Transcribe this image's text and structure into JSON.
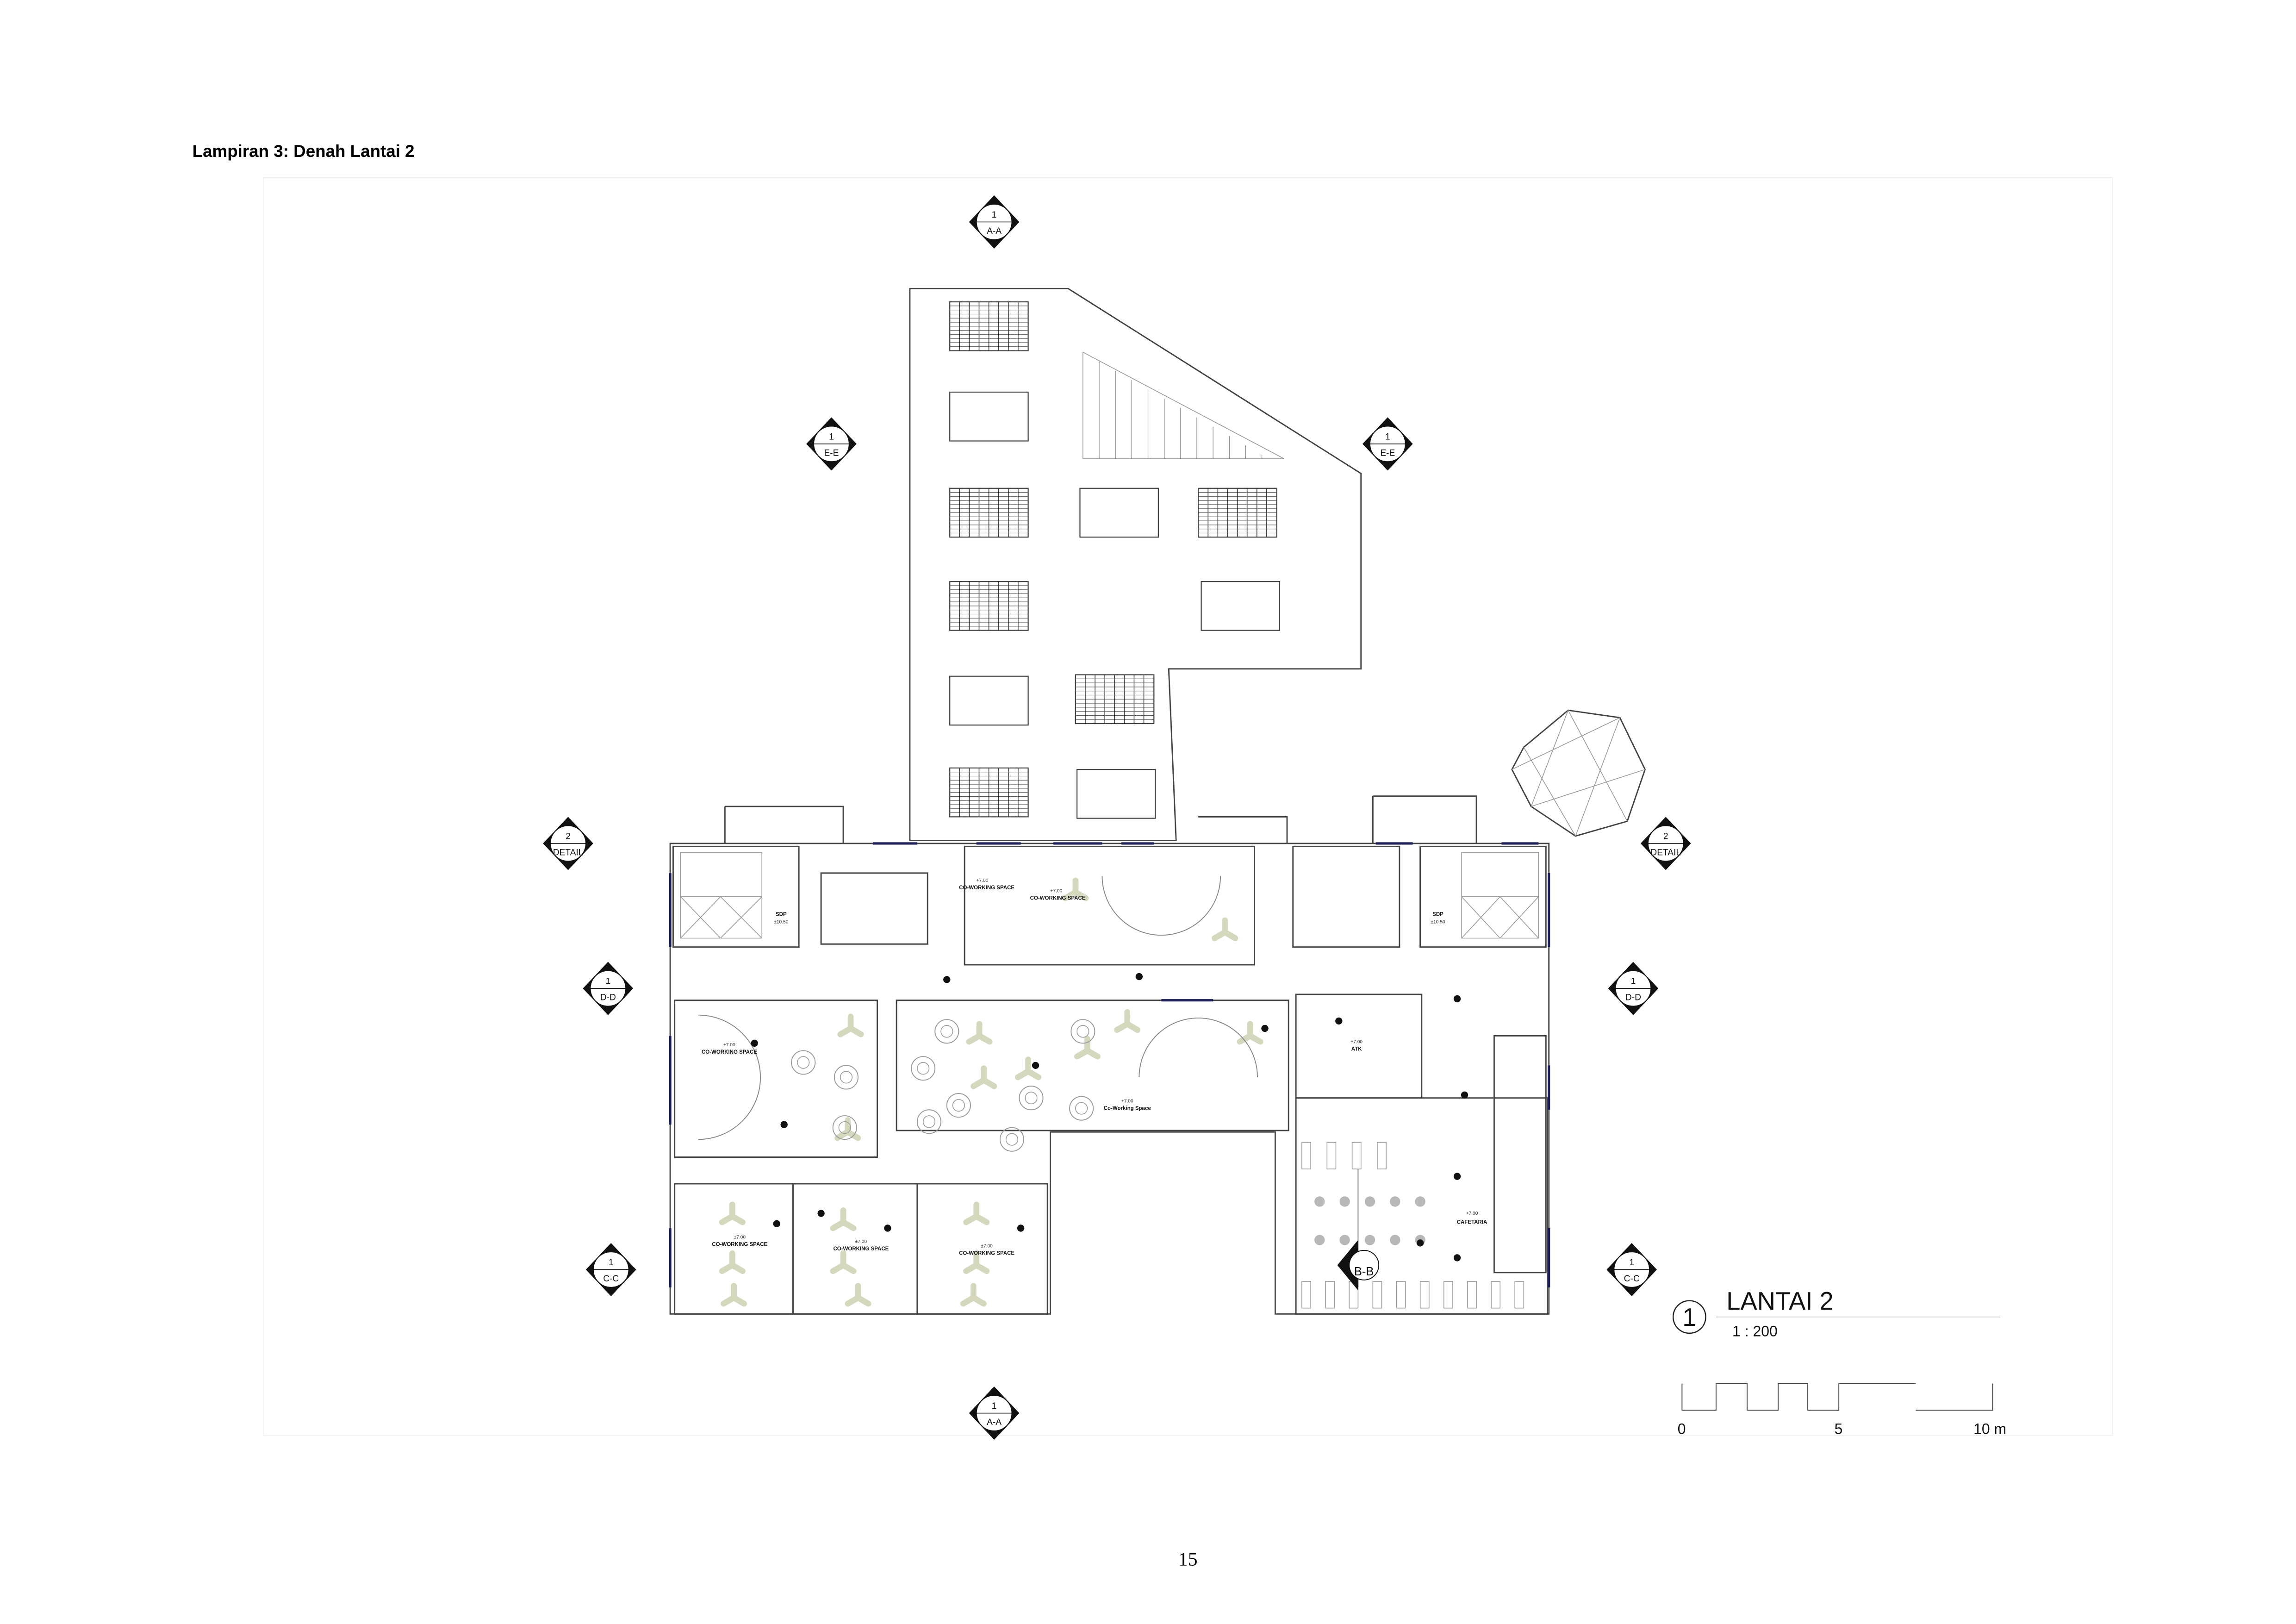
{
  "header": {
    "title": "Lampiran 3: Denah Lantai 2"
  },
  "plan": {
    "title_number": "1",
    "title": "LANTAI 2",
    "scale": "1 : 200",
    "scale_bar": {
      "labels": [
        "0",
        "5",
        "10 m"
      ]
    },
    "rooms": [
      {
        "name": "CO-WORKING SPACE",
        "level": "+7.00"
      },
      {
        "name": "CO-WORKING SPACE",
        "level": "+7.00"
      },
      {
        "name": "CO-WORKING SPACE",
        "level": "±7.00"
      },
      {
        "name": "Co-Working Space",
        "level": "+7.00"
      },
      {
        "name": "ATK",
        "level": "+7.00"
      },
      {
        "name": "CO-WORKING SPACE",
        "level": "±7.00"
      },
      {
        "name": "CO-WORKING SPACE",
        "level": "±7.00"
      },
      {
        "name": "CO-WORKING SPACE",
        "level": "±7.00"
      },
      {
        "name": "CAFETARIA",
        "level": "+7.00"
      },
      {
        "name": "SDP",
        "level": "±10.50"
      },
      {
        "name": "SDP",
        "level": "±10.50"
      }
    ],
    "section_markers": [
      {
        "num": "1",
        "code": "A-A"
      },
      {
        "num": "1",
        "code": "A-A"
      },
      {
        "num": "1",
        "code": "E-E"
      },
      {
        "num": "1",
        "code": "E-E"
      },
      {
        "num": "2",
        "code": "DETAIL"
      },
      {
        "num": "2",
        "code": "DETAIL"
      },
      {
        "num": "1",
        "code": "D-D"
      },
      {
        "num": "1",
        "code": "D-D"
      },
      {
        "num": "1",
        "code": "C-C"
      },
      {
        "num": "1",
        "code": "C-C"
      },
      {
        "num": "",
        "code": "B-B"
      }
    ]
  },
  "footer": {
    "page_number": "15"
  }
}
